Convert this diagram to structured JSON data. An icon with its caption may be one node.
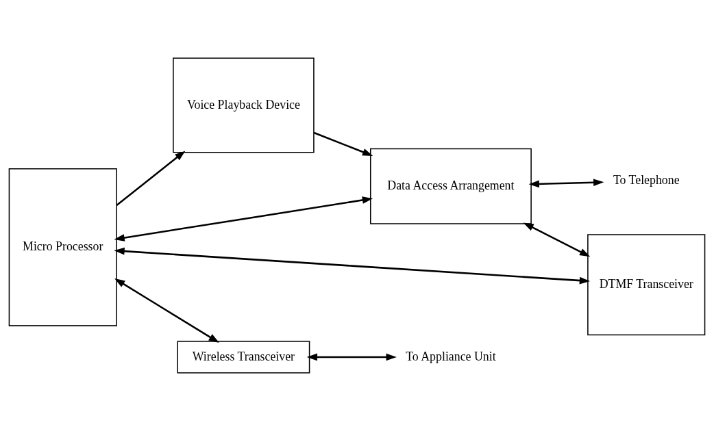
{
  "diagram": {
    "nodes": [
      {
        "text": [
          "Voice Playback Device"
        ]
      },
      {
        "text": [
          "Data Access Arrangement"
        ]
      },
      {
        "text": [
          "To Telephone"
        ]
      },
      {
        "text": [
          "Micro Processor"
        ]
      },
      {
        "text": [
          "DTMF Transceiver"
        ]
      },
      {
        "text": [
          "Wireless Transceiver"
        ]
      },
      {
        "text": [
          "To Appliance Unit"
        ]
      }
    ],
    "edges": [
      {
        "from": 0,
        "to": 1,
        "arrow": "to"
      },
      {
        "from": 3,
        "to": 0,
        "arrow": "to"
      },
      {
        "from": 1,
        "to": 2,
        "arrow": "both"
      },
      {
        "from": 1,
        "to": 4,
        "arrow": "both"
      },
      {
        "from": 3,
        "to": 4,
        "arrow": "both"
      },
      {
        "from": 3,
        "to": 1,
        "arrow": "both"
      },
      {
        "from": 3,
        "to": 5,
        "arrow": "both"
      },
      {
        "from": 5,
        "to": 6,
        "arrow": "both"
      }
    ]
  }
}
